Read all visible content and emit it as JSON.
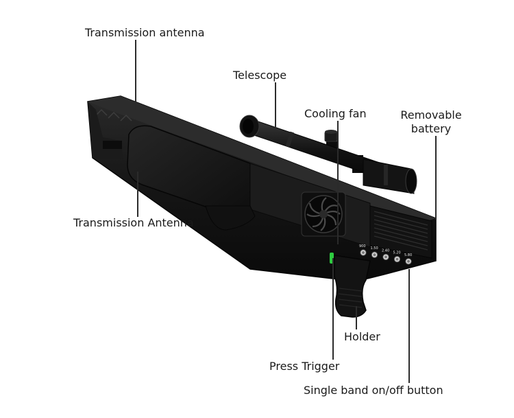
{
  "labels": {
    "transmission_antenna_top": "Transmission antenna",
    "telescope": "Telescope",
    "cooling_fan": "Cooling fan",
    "removable_battery_line1": "Removable",
    "removable_battery_line2": "battery",
    "transmission_antenna_side": "Transmission Antenna",
    "holder": "Holder",
    "press_trigger": "Press Trigger",
    "single_band_button": "Single band on/off button"
  },
  "band_buttons": [
    "900",
    "1.50",
    "2.40",
    "5.20",
    "5.80"
  ],
  "colors": {
    "body": "#141414",
    "panel": "#1f1f1f",
    "trigger_accent": "#2ecc40",
    "leader": "#2b2b2b"
  }
}
